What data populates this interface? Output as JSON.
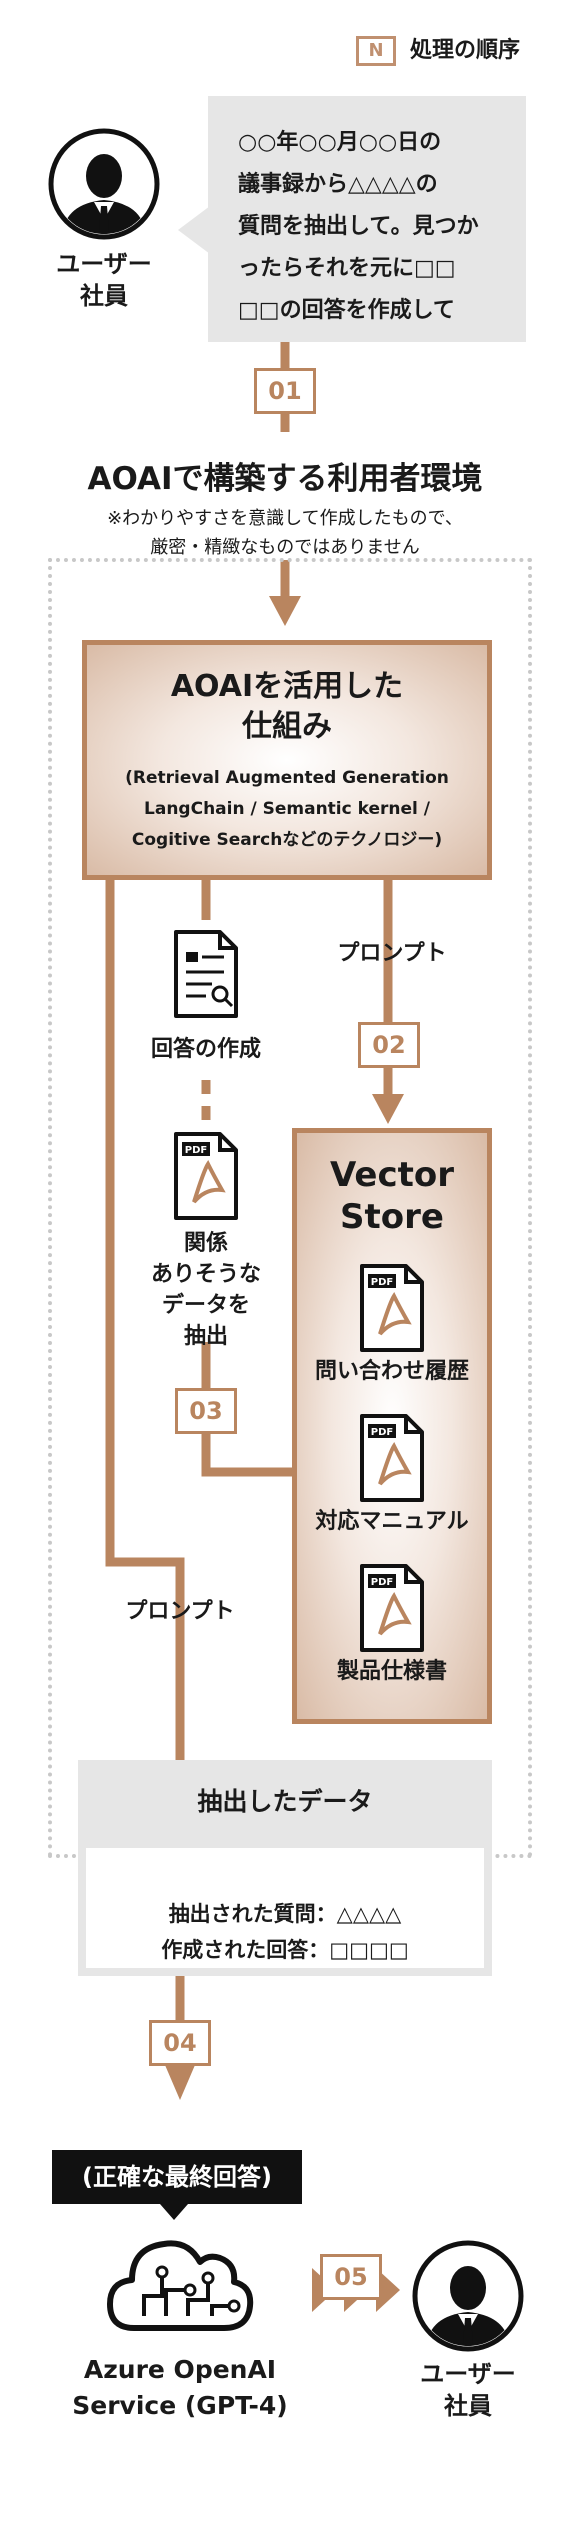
{
  "legend": {
    "badge": "N",
    "text": "処理の順序"
  },
  "user_top": {
    "label_line1": "ユーザー",
    "label_line2": "社員"
  },
  "question": {
    "lines": [
      "○○年○○月○○日の",
      "議事録から△△△△の",
      "質問を抽出して。見つか",
      "ったらそれを元に□□",
      "□□の回答を作成して"
    ]
  },
  "steps": [
    "01",
    "02",
    "03",
    "04",
    "05"
  ],
  "environment": {
    "title": "AOAIで構築する利用者環境",
    "note_line1": "※わかりやすさを意識して作成したもので、",
    "note_line2": "厳密・精緻なものではありません"
  },
  "aoai_box": {
    "title_line1": "AOAIを活用した",
    "title_line2": "仕組み",
    "sub_line1": "(Retrieval Augmented Generation",
    "sub_line2": "LangChain / Semantic kernel /",
    "sub_line3": "Cogitive Searchなどのテクノロジー)"
  },
  "labels": {
    "prompt_right": "プロンプト",
    "prompt_left": "プロンプト",
    "answer_creation": "回答の作成",
    "related_line1": "関係",
    "related_line2": "ありそうな",
    "related_line3": "データを",
    "related_line4": "抽出"
  },
  "vector_store": {
    "title_line1": "Vector",
    "title_line2": "Store",
    "docs": [
      "問い合わせ履歴",
      "対応マニュアル",
      "製品仕様書"
    ]
  },
  "pdf_tag": "PDF",
  "extracted": {
    "title": "抽出したデータ",
    "line1": "抽出された質問：△△△△",
    "line2": "作成された回答：□□□□"
  },
  "final": {
    "badge": "(正確な最終回答)",
    "service_line1": "Azure OpenAI",
    "service_line2": "Service (GPT-4)"
  },
  "user_bottom": {
    "label_line1": "ユーザー",
    "label_line2": "社員"
  },
  "colors": {
    "accent": "#b9855f",
    "gray": "#e6e6e6",
    "dark": "#111111"
  }
}
